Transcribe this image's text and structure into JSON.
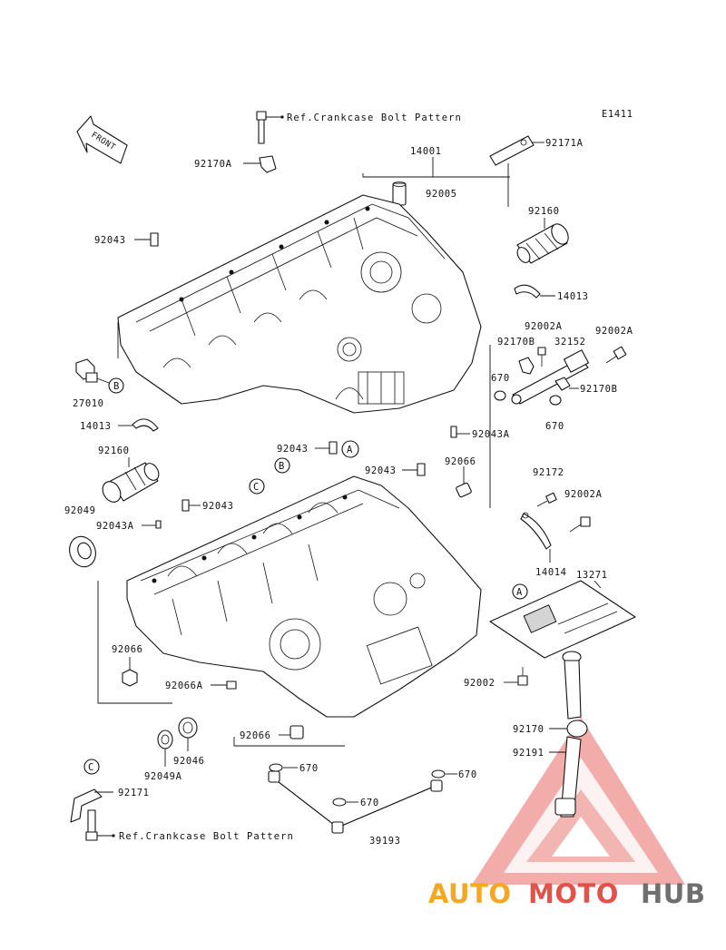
{
  "diagram": {
    "code": "E1411",
    "front_label": "FRONT",
    "ref_top": "Ref.Crankcase Bolt Pattern",
    "ref_bottom": "Ref.Crankcase Bolt Pattern",
    "callouts": {
      "a": "A",
      "b": "B",
      "c": "C"
    },
    "parts": {
      "p14001": "14001",
      "p92171A": "92171A",
      "p92170A": "92170A",
      "p92005": "92005",
      "p92043_top": "92043",
      "p92160_right": "92160",
      "p14013_right": "14013",
      "p92002A_1": "92002A",
      "p92002A_2": "92002A",
      "p92170B_1": "92170B",
      "p32152": "32152",
      "p670_1": "670",
      "p92170B_2": "92170B",
      "p670_2": "670",
      "p27010": "27010",
      "p14013_left": "14013",
      "p92160_left": "92160",
      "p92043A_right": "92043A",
      "p92043_mid1": "92043",
      "p92043_mid2": "92043",
      "p92066_right": "92066",
      "p92049": "92049",
      "p92043_left": "92043",
      "p92043A_left": "92043A",
      "p92172": "92172",
      "p92002A_3": "92002A",
      "p14014": "14014",
      "p13271": "13271",
      "p92066_left": "92066",
      "p92066A": "92066A",
      "p92002": "92002",
      "p92066_bottom": "92066",
      "p92046": "92046",
      "p92049A": "92049A",
      "p92170_bottom": "92170",
      "p92191": "92191",
      "p670_3": "670",
      "p670_4": "670",
      "p670_5": "670",
      "p92171": "92171",
      "p39193": "39193"
    }
  },
  "watermark": {
    "part1": "AUTO",
    "part2": "MOTO",
    "part3": "HUB"
  },
  "colors": {
    "line": "#111111",
    "watermark_orange": "#f5a623",
    "watermark_red": "#e3514a",
    "watermark_gray": "#6f6f6f"
  }
}
